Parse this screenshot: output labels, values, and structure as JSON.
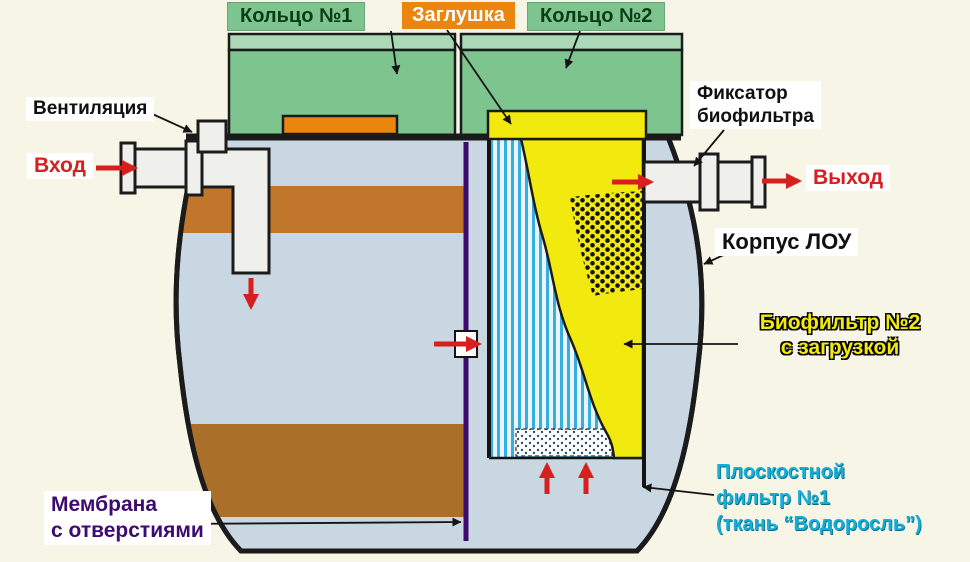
{
  "labels": {
    "ring1": "Кольцо №1",
    "plug": "Заглушка",
    "ring2": "Кольцо №2",
    "ventilation": "Вентиляция",
    "inlet": "Вход",
    "fixator": {
      "line1": "Фиксатор",
      "line2": "биофильтра"
    },
    "outlet": "Выход",
    "housing": "Корпус ЛОУ",
    "biofilter": {
      "line1": "Биофильтр №2",
      "line2": "с загрузкой"
    },
    "flat_filter": {
      "line1": "Плоскостной",
      "line2": "фильтр №1",
      "line3": "(ткань “Водоросль”)"
    },
    "membrane": {
      "line1": "Мембрана",
      "line2": "с отверстиями"
    }
  },
  "colors": {
    "background": "#f7f5e6",
    "ring_green": "#7dc48f",
    "ring_green_light": "#abd9b8",
    "plug_orange": "#ea860f",
    "tank_fill": "#c9d7e2",
    "scum_brown": "#c0772b",
    "sediment_brown": "#aa7029",
    "membrane_purple": "#3d0a70",
    "biofilter_yellow": "#f2e90e",
    "filter_stripe_blue": "#35aee0",
    "arrow_red": "#d81f1f",
    "label_cyan": "#14aed8",
    "pipe_white": "#efefec",
    "outline": "#1b1b1b"
  }
}
